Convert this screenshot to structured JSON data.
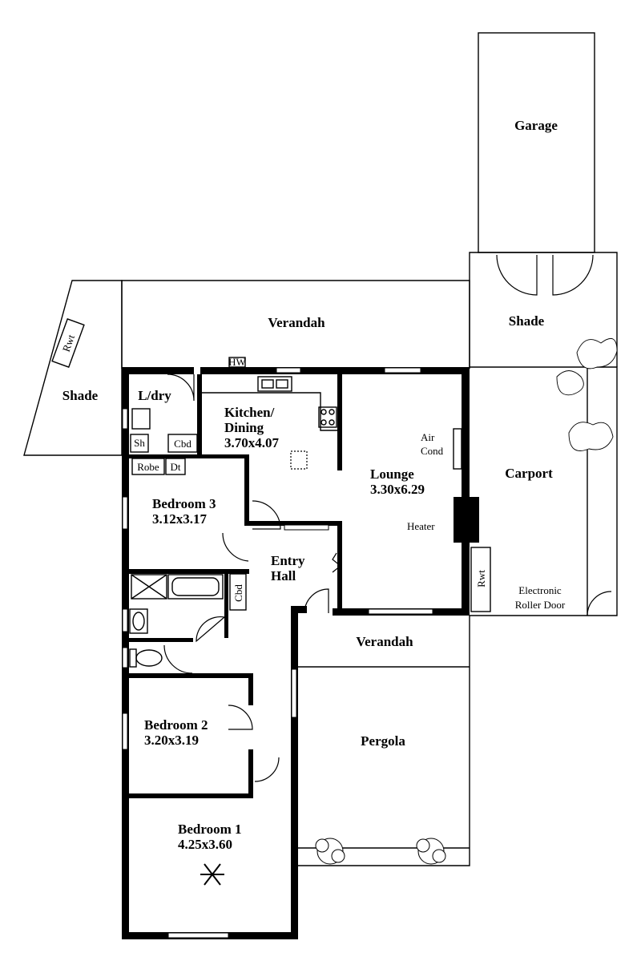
{
  "rooms": {
    "garage": "Garage",
    "shade_top": "Shade",
    "verandah_top": "Verandah",
    "shade_left": "Shade",
    "rwt_left": "Rwt",
    "hw": "HW",
    "ldry": "L/dry",
    "kitchen_name_1": "Kitchen/",
    "kitchen_name_2": "Dining",
    "kitchen_size": "3.70x4.07",
    "sh": "Sh",
    "cbd_laundry": "Cbd",
    "robe": "Robe",
    "dt": "Dt",
    "bedroom3_name": "Bedroom 3",
    "bedroom3_size": "3.12x3.17",
    "entry_1": "Entry",
    "entry_2": "Hall",
    "cbd_bath": "Cbd",
    "lounge_name": "Lounge",
    "lounge_size": "3.30x6.29",
    "aircond_1": "Air",
    "aircond_2": "Cond",
    "heater": "Heater",
    "rwt_right": "Rwt",
    "carport": "Carport",
    "roller_1": "Electronic",
    "roller_2": "Roller Door",
    "verandah_mid": "Verandah",
    "pergola": "Pergola",
    "bedroom2_name": "Bedroom 2",
    "bedroom2_size": "3.20x3.19",
    "bedroom1_name": "Bedroom 1",
    "bedroom1_size": "4.25x3.60"
  },
  "icons": [
    "fan-icon",
    "plant-icon",
    "tree-icon",
    "cooktop-icon",
    "sink-icon",
    "toilet-icon",
    "bathtub-icon",
    "shower-icon",
    "basin-icon",
    "heater-icon"
  ]
}
